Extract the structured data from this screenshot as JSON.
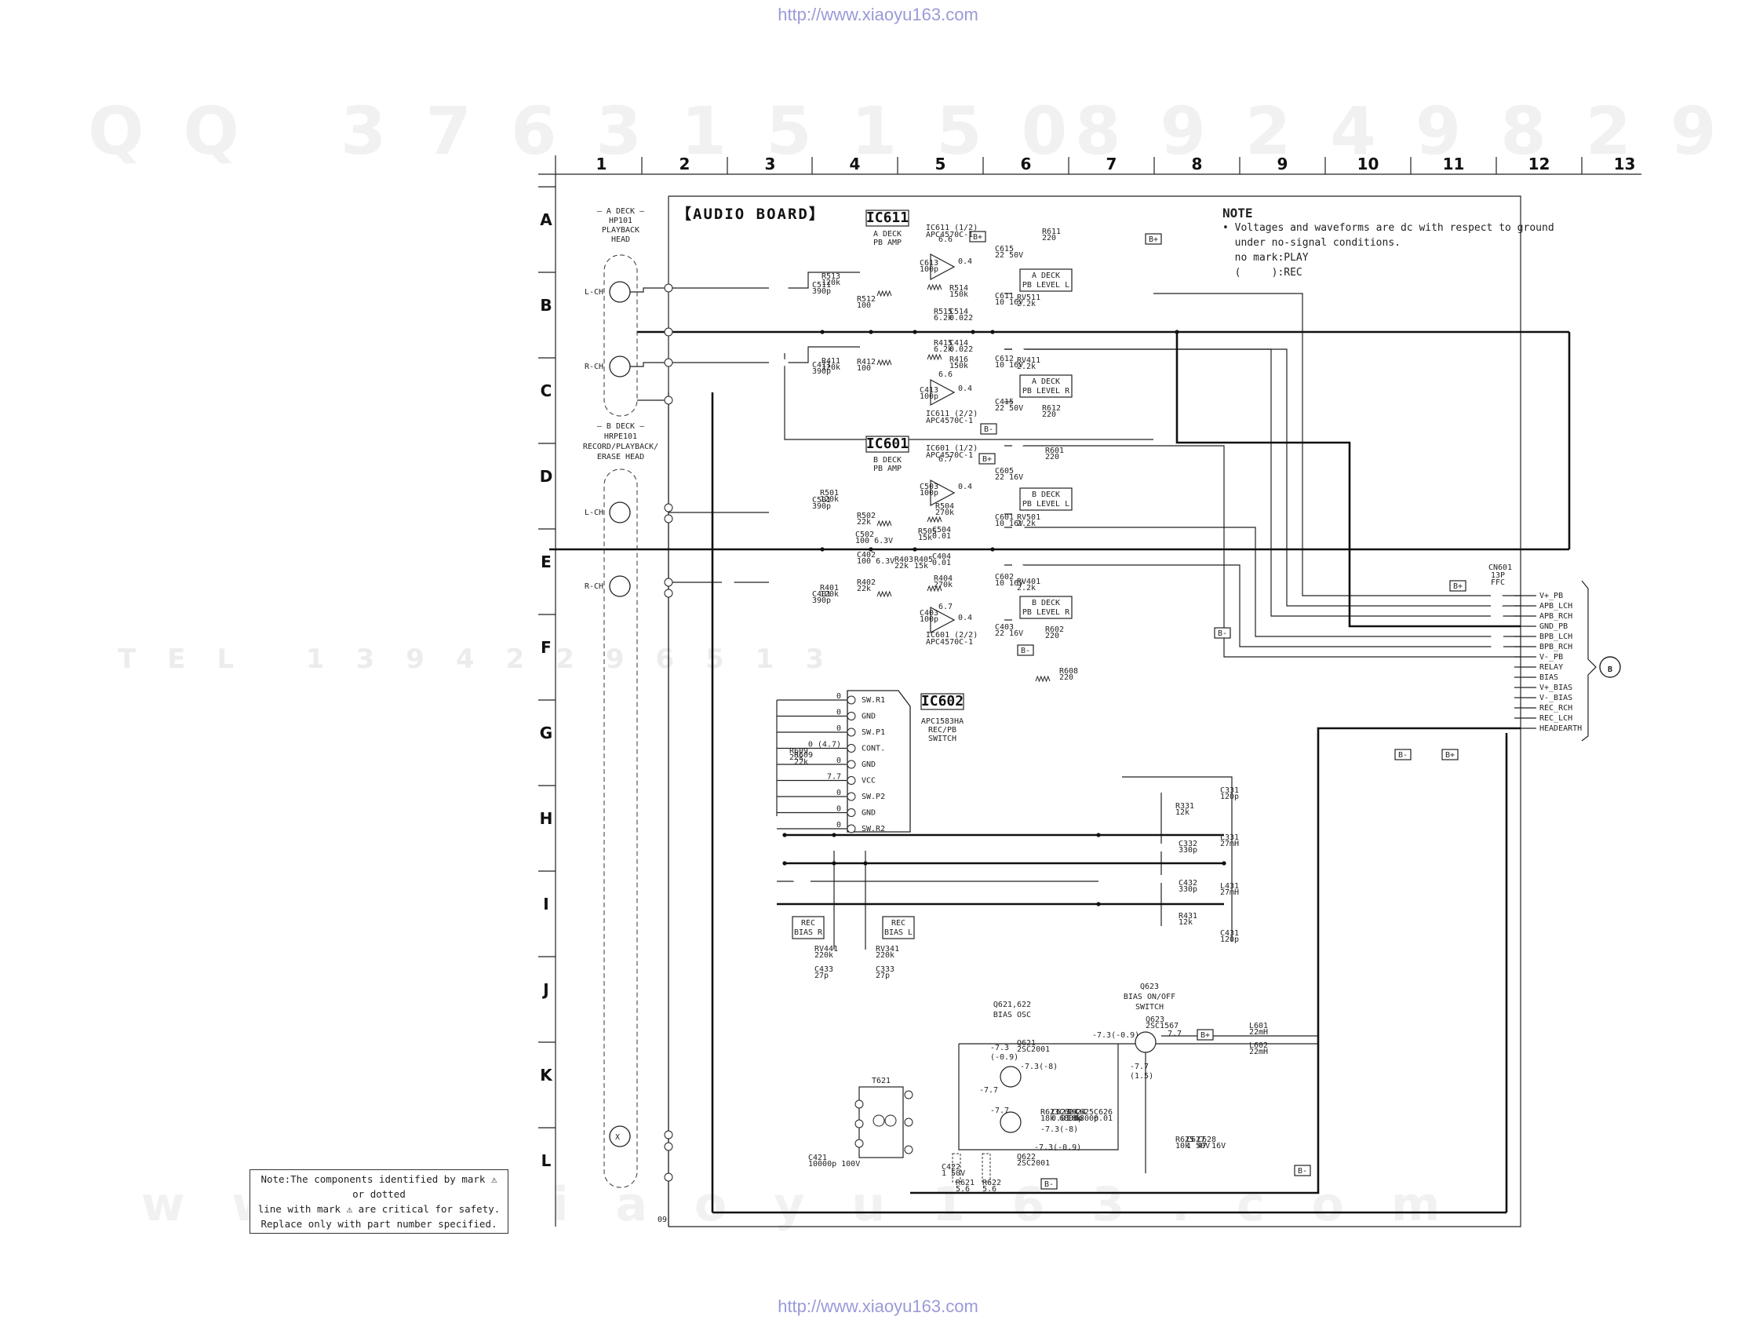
{
  "urls": {
    "top": "http://www.xiaoyu163.com",
    "bottom": "http://www.xiaoyu163.com"
  },
  "watermarks": {
    "qq_left": "QQ 376315150",
    "qq_right": "892498299",
    "digits_mid": "TEL 13942296513",
    "site_bottom": "www.xiaoyu163.com"
  },
  "grid": {
    "columns": [
      "1",
      "2",
      "3",
      "4",
      "5",
      "6",
      "7",
      "8",
      "9",
      "10",
      "11",
      "12",
      "13"
    ],
    "rows": [
      "A",
      "B",
      "C",
      "D",
      "E",
      "F",
      "G",
      "H",
      "I",
      "J",
      "K",
      "L"
    ]
  },
  "board_title": "【AUDIO BOARD】",
  "note": {
    "title": "NOTE",
    "lines": [
      "• Voltages and waveforms are dc with respect to ground",
      "  under no-signal conditions.",
      "  no mark:PLAY",
      "  (     ):REC"
    ]
  },
  "safety_note": [
    "Note:The components identified by mark ⚠ or dotted",
    "line with mark ⚠ are critical for safety.",
    "Replace only with part number specified."
  ],
  "heads": {
    "a": [
      "— A DECK —",
      "HP101",
      "PLAYBACK",
      "HEAD"
    ],
    "b": [
      "— B DECK —",
      "HRPE101",
      "RECORD/PLAYBACK/",
      "ERASE HEAD"
    ],
    "lch": "L-CH",
    "rch": "R-CH"
  },
  "ics": {
    "ic611": {
      "name": "IC611",
      "desc": [
        "A DECK",
        "PB AMP"
      ]
    },
    "ic601": {
      "name": "IC601",
      "desc": [
        "B DECK",
        "PB AMP"
      ]
    },
    "ic602": {
      "name": "IC602",
      "desc": [
        "IC602",
        "APC1583HA",
        "REC/PB",
        "SWITCH"
      ]
    },
    "ic602_pins": [
      "SW.R1",
      "GND",
      "SW.P1",
      "CONT.",
      "GND",
      "VCC",
      "SW.P2",
      "GND",
      "SW.R2"
    ],
    "ic602_volts": [
      "0",
      "0",
      "0",
      "0 (4.7)",
      "0",
      "7.7",
      "0",
      "0",
      "0"
    ]
  },
  "level_boxes": [
    [
      "A DECK",
      "PB LEVEL L"
    ],
    [
      "A DECK",
      "PB LEVEL R"
    ],
    [
      "B DECK",
      "PB LEVEL L"
    ],
    [
      "B DECK",
      "PB LEVEL R"
    ]
  ],
  "bias_boxes": [
    [
      "REC",
      "BIAS R"
    ],
    [
      "REC",
      "BIAS L"
    ]
  ],
  "connector": {
    "name": "CN601",
    "sub": [
      "13P",
      "FFC"
    ],
    "pins": [
      "V+_PB",
      "APB_LCH",
      "APB_RCH",
      "GND_PB",
      "BPB_LCH",
      "BPB_RCH",
      "V-_PB",
      "RELAY",
      "BIAS",
      "V+_BIAS",
      "V-_BIAS",
      "REC_RCH",
      "REC_LCH",
      "HEADEARTH"
    ],
    "ref": "B"
  },
  "osc": {
    "title": [
      "Q621,622",
      "BIAS OSC"
    ],
    "switch": [
      "Q623",
      "BIAS ON/OFF",
      "SWITCH"
    ],
    "transformer": "T621"
  },
  "labels": {
    "bplus": "B+",
    "bminus": "B-",
    "page": "09",
    "parts": [
      "C613 100p",
      "R513 120k",
      "C511 390p",
      "R512 100",
      "R514 150k",
      "R515 6.2k",
      "C514 0.022",
      "R415 6.2k",
      "C414 0.022",
      "R416 150k",
      "R412 100",
      "C413 100p",
      "C411 390p",
      "R411 120k",
      "C615 22 50V",
      "C611 10 16V",
      "C612 10 16V",
      "C415 22 50V",
      "RV511 2.2k",
      "RV411 2.2k",
      "R611 220",
      "R612 220",
      "C605 22 16V",
      "C601 10 16V",
      "C602 10 16V",
      "C403 22 16V",
      "RV501 2.2k",
      "RV401 2.2k",
      "R601 220",
      "R602 220",
      "R608 220",
      "C503 100p",
      "C501 390p",
      "R501 120k",
      "R502 22k",
      "C502 100 6.3V",
      "R504 270k",
      "R505 15k",
      "C504 0.01",
      "C402 100 6.3V",
      "R403 22k",
      "R405 15k",
      "C404 0.01",
      "R404 270k",
      "C401 390p",
      "R401 120k",
      "R402 22k",
      "C403 100p",
      "R609 22k",
      "R331 12k",
      "C331 120p",
      "L331 27mH",
      "C332 330p",
      "C432 330p",
      "L431 27mH",
      "R431 12k",
      "C431 120p",
      "RV441 220k",
      "C433 27p",
      "RV341 220k",
      "C333 27p",
      "Q621 2SC2001",
      "Q622 2SC2001",
      "Q623 2SC1567",
      "R621 5.6",
      "R622 5.6",
      "C421 10000p 100V",
      "C422 1 50V",
      "R623 18k",
      "C623 0.01",
      "C624 6800p",
      "R624 18k",
      "C625 6800p",
      "C626 0.01",
      "R625 10k",
      "C627 1 50V",
      "C628 47 16V",
      "L601 22mH",
      "L602 22mH"
    ],
    "volt_osc": [
      "-7.3",
      "(-0.9)",
      "-7.3(-8)",
      "-7.7",
      "-7.7",
      "-7.3(-8)",
      "-7.3(-0.9)",
      "-7.3(-0.9)",
      "7.7",
      "-7.7",
      "(1.5)"
    ],
    "volt_amp": [
      "6.6",
      "0.4",
      "6.6",
      "0.4",
      "6.7",
      "0.4",
      "6.7",
      "0.4"
    ],
    "ic_subs": [
      "IC611 (1/2)",
      "APC4570C-1",
      "IC611 (2/2)",
      "APC4570C-1",
      "IC601 (1/2)",
      "APC4570C-1",
      "IC601 (2/2)",
      "APC4570C-1"
    ]
  }
}
